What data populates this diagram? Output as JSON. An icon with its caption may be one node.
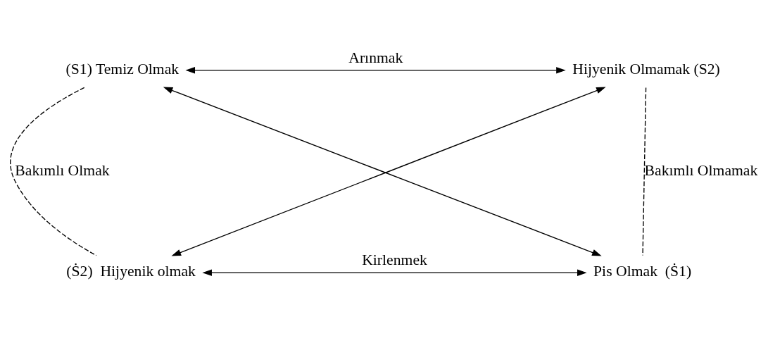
{
  "diagram": {
    "nodes": [
      {
        "text": [
          "(S1) Temiz Olmak"
        ]
      },
      {
        "text": [
          "Hijyenik Olmamak (S2)"
        ]
      },
      {
        "text": [
          "(Ṡ2)  Hijyenik olmak"
        ]
      },
      {
        "text": [
          "Pis Olmak  (Ṡ1)"
        ]
      }
    ],
    "edges": [
      {
        "from": 0,
        "to": 1,
        "arrow": "both",
        "label": "Arınmak"
      },
      {
        "from": 0,
        "to": 3,
        "arrow": "both"
      },
      {
        "from": 1,
        "to": 2,
        "arrow": "both"
      },
      {
        "from": 0,
        "to": 2,
        "arrow": "none",
        "style": "dashed",
        "label": "Bakımlı Olmak"
      },
      {
        "from": 1,
        "to": 3,
        "arrow": "none",
        "style": "dashed",
        "label": "Bakımlı Olmamak"
      },
      {
        "from": 2,
        "to": 3,
        "arrow": "both",
        "label": "Kirlenmek"
      }
    ]
  }
}
